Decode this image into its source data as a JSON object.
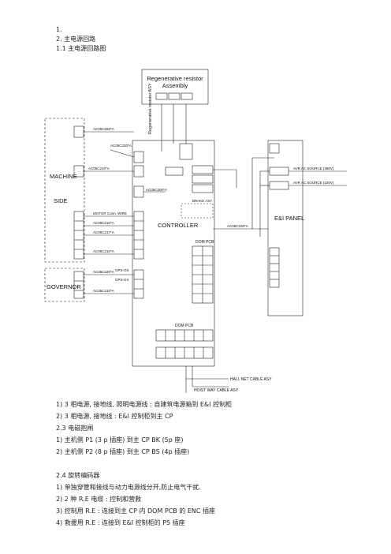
{
  "heading": {
    "num1": "1.",
    "num2": "2.  主电源回路",
    "num3": "1.1  主电源回路图"
  },
  "diagram": {
    "regen_line1": "Regenerative  resistor",
    "regen_line2": "Assembly",
    "regen_vertical": "Regenerative resistor ASY",
    "machine": "MACHINE",
    "side": "SIDE",
    "governor": "GOVERNOR",
    "controller": "CONTROLLER",
    "ei_panel": "E&I  PANEL",
    "dom_pcb": "DOM  PCB",
    "motor_cable": "MOTOR  Conn.  WIRE",
    "cables": [
      "AC05C260*A",
      "AC05C220*A",
      "AC05C210*A",
      "AC05C200*A",
      "AC05C210*A",
      "AC05C217*A",
      "AC05C210*A",
      "AC05C220*A",
      "AC05C210*A",
      "AC05C226*A"
    ],
    "power_1": "AVR AC SOURCE (380V)",
    "power_2": "AVR AC SOURCE (220V)",
    "hall_cable": "HALL  NET  CABLE  ASY",
    "hoist_cable": "HOIST  WAY  CABLE  ASY",
    "brake": "BRAKE  ASY",
    "gov_switch": "GPS-OS",
    "gov_switch2": "GPS-GS"
  },
  "body": [
    "1)   3  相电源,  接地线,  照明电源线  :  自建筑电源箱到   E&I  控制柜",
    "2)   3  相电源,  接地线  : E&I  控制柜到主  CP",
    "2.3 电磁抱闸",
    "1)   主机侧 P1 (3 p  插座)  到主 CP BK (5p  座)",
    "2)   主机侧 P2  (8  p  插座)  到主 CP  BS  (4p  插座)",
    "2.4 旋转编码器",
    "1)   单独穿管和接线与动力电源线分开,防止电气干扰.",
    "2)   2  种 R.E  电缆  :  控制和营救",
    "3)   控制用 R.E : 连接到主 CP 内 DOM PCB 的  ENC 插座",
    "4)   救援用 R.E : 连接到 E&I 控制柜的 P5  插座"
  ]
}
